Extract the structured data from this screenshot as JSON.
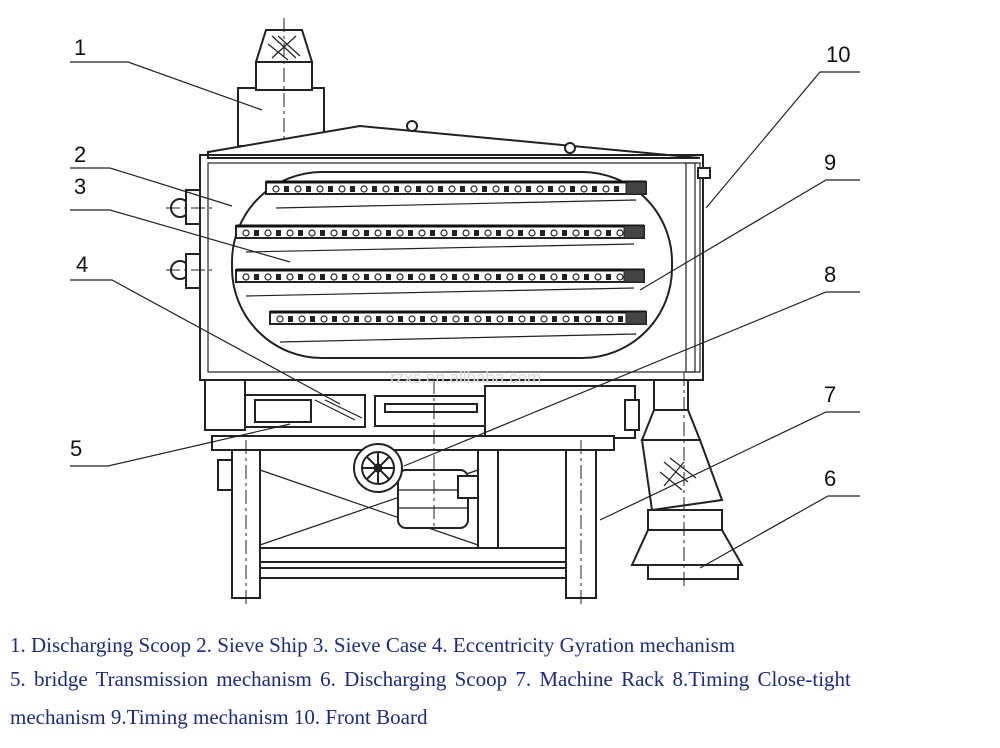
{
  "labels": [
    "1",
    "2",
    "3",
    "4",
    "5",
    "6",
    "7",
    "8",
    "9",
    "10"
  ],
  "watermark": "rzxs.en.alibaba.com",
  "caption": {
    "line1": "1. Discharging Scoop 2. Sieve Ship 3. Sieve Case 4. Eccentricity Gyration mechanism",
    "line2": "5. bridge Transmission mechanism 6. Discharging Scoop 7. Machine Rack 8.Timing Close-tight",
    "line3": "mechanism 9.Timing mechanism 10. Front Board"
  },
  "colors": {
    "line": "#222222",
    "caption": "#1b2a8a",
    "watermark": "#d8d8d8"
  }
}
